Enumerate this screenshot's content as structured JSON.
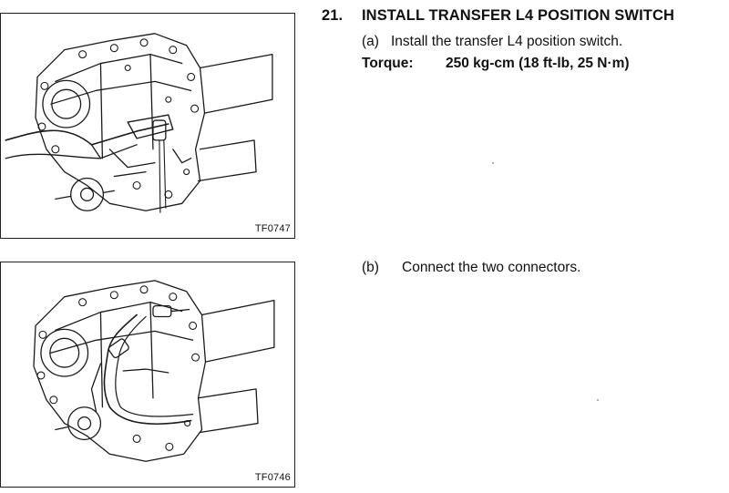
{
  "step": {
    "number": "21.",
    "title": "INSTALL TRANSFER L4 POSITION SWITCH"
  },
  "sub_a": {
    "label": "(a)",
    "text": "Install the transfer L4 position switch."
  },
  "torque": {
    "label": "Torque:",
    "value": "250 kg-cm (18 ft-lb, 25 N·m)"
  },
  "sub_b": {
    "label": "(b)",
    "text": "Connect the two connectors."
  },
  "figures": [
    {
      "code": "TF0747"
    },
    {
      "code": "TF0746"
    }
  ]
}
